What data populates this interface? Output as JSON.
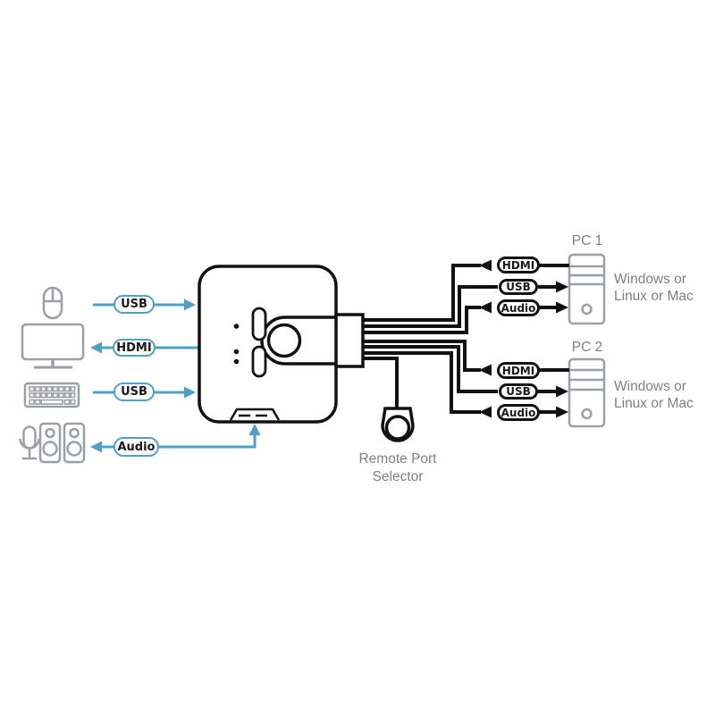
{
  "colors": {
    "accent_blue": "#4FA0C7",
    "cable_black": "#111111",
    "icon_gray": "#9AA0A6",
    "text_gray": "#7D8084"
  },
  "left": {
    "usb_mouse": "USB",
    "hdmi_monitor": "HDMI",
    "usb_keyboard": "USB",
    "audio": "Audio"
  },
  "selector": {
    "line1": "Remote Port",
    "line2": "Selector"
  },
  "pc1": {
    "title": "PC 1",
    "hdmi": "HDMI",
    "usb": "USB",
    "audio": "Audio",
    "os1": "Windows or",
    "os2": "Linux or Mac"
  },
  "pc2": {
    "title": "PC 2",
    "hdmi": "HDMI",
    "usb": "USB",
    "audio": "Audio",
    "os1": "Windows or",
    "os2": "Linux or Mac"
  }
}
